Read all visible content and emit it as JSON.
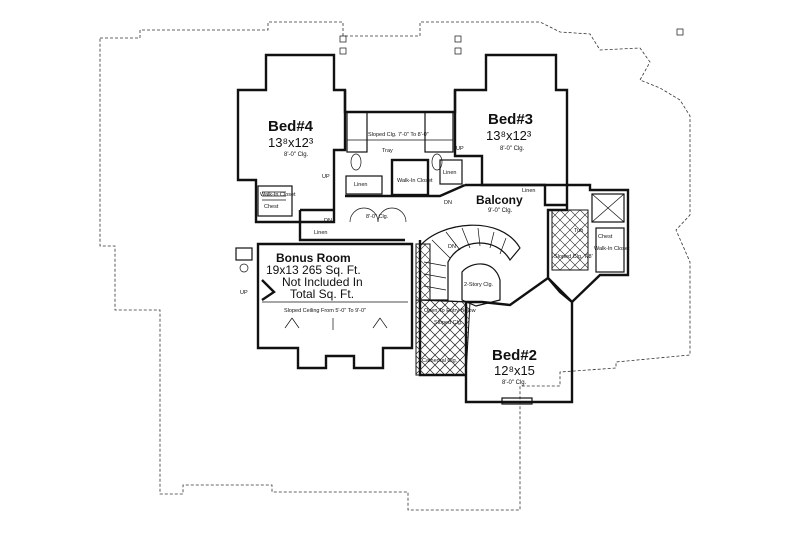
{
  "rooms": {
    "bed4": {
      "name": "Bed#4",
      "size": "13⁸x12³",
      "ceiling": "8'-0\" Clg."
    },
    "bed3": {
      "name": "Bed#3",
      "size": "13⁸x12³",
      "ceiling": "8'-0\" Clg."
    },
    "bed2": {
      "name": "Bed#2",
      "size": "12⁸x15",
      "ceiling": "8'-0\" Clg."
    },
    "balcony": {
      "name": "Balcony",
      "ceiling": "9'-0\" Clg."
    },
    "bonus": {
      "name": "Bonus Room",
      "line1": "19x13   265 Sq. Ft.",
      "line2": "Not Included In",
      "line3": "Total Sq. Ft.",
      "note": "Sloped Ceiling From 5'-0\" To 9'-0\""
    }
  },
  "labels": {
    "walkin_closet_left": "Walk-In Closet",
    "chest_left": "Chest",
    "walkin_closet_mid": "Walk-In Closet",
    "linen1": "Linen",
    "linen2": "Linen",
    "linen3": "Linen",
    "linen4": "Linen",
    "sloped_clg_bath": "Sloped Clg. 7'-0\" To 8'-0\"",
    "tray": "Tray",
    "hall_clg": "8'-0\" Clg.",
    "up1": "UP",
    "up2": "UP",
    "up3": "UP",
    "dn1": "DN",
    "dn2": "DN",
    "dn3": "DN",
    "two_story": "2-Story Clg.",
    "open_to": "Open To Entry Below",
    "sloped_clg_stair": "Sloped Clg.",
    "cathedral": "Cathedral Clg.",
    "tub": "Tub",
    "sloped_clg_right": "Sloped Clg. 7/8'",
    "chest_right": "Chest",
    "walkin_closet_right": "Walk-In Closet"
  }
}
